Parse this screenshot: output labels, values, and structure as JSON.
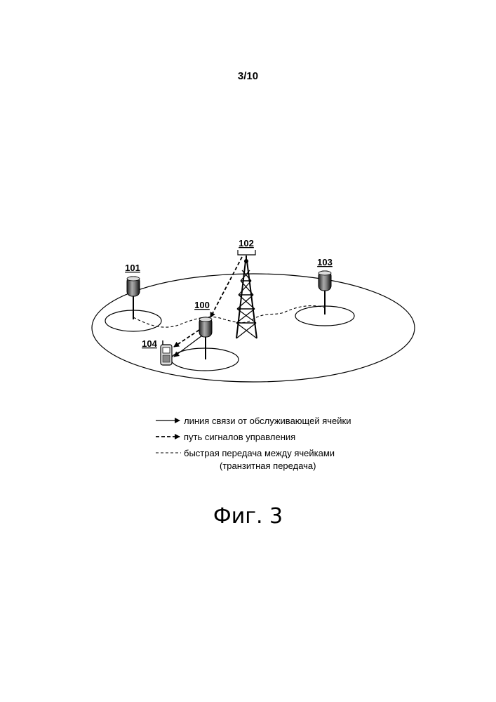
{
  "page_number": "3/10",
  "nodes": {
    "n100": "100",
    "n101": "101",
    "n102": "102",
    "n103": "103",
    "n104": "104"
  },
  "legend": {
    "solid": "линия связи от обслуживающей ячейки",
    "bold_dashed": "путь сигналов управления",
    "thin_dashed_line1": "быстрая передача между ячейками",
    "thin_dashed_line2": "(транзитная передача)"
  },
  "caption": "Фиг. 3"
}
